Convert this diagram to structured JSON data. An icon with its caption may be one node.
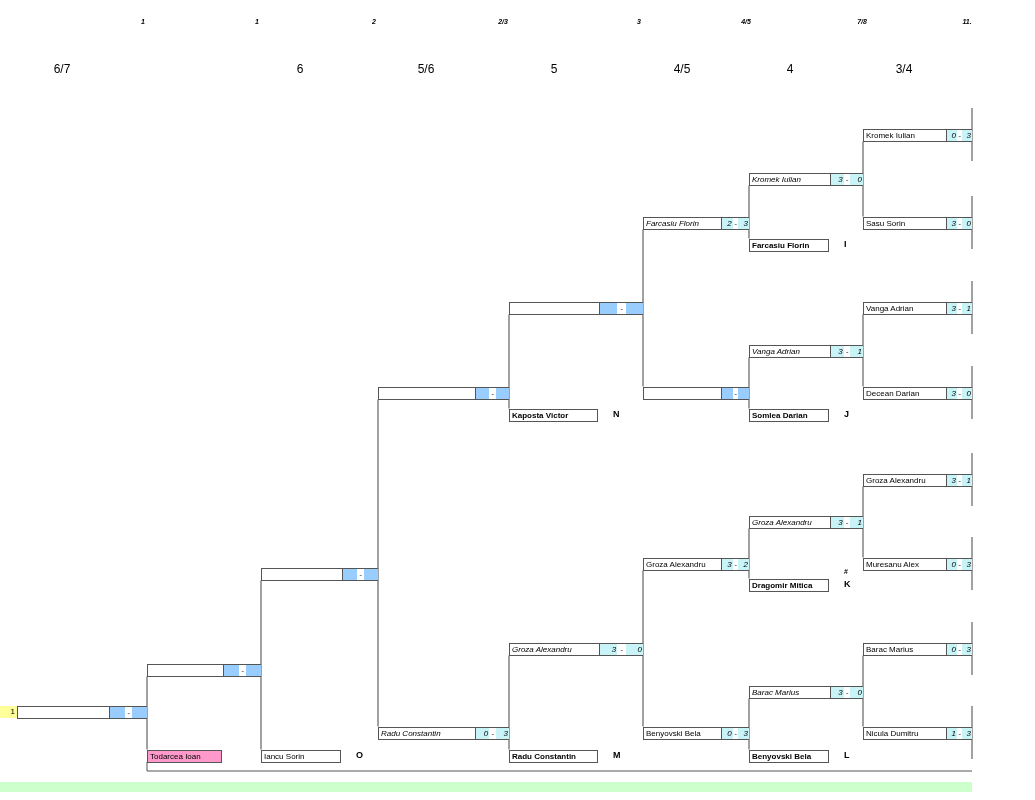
{
  "diagram": {
    "nodes": [
      {
        "text": [
          "-"
        ],
        "beside": [
          "1"
        ]
      },
      {
        "text": [
          "-"
        ]
      },
      {
        "text": [
          "Todarcea Ioan"
        ]
      },
      {
        "text": [
          "-"
        ]
      },
      {
        "text": [
          "Iancu Sorin"
        ],
        "beside": [
          "O"
        ]
      },
      {
        "text": [
          "-"
        ]
      },
      {
        "text": [
          "Radu Constantin",
          "0",
          "-",
          "3"
        ]
      },
      {
        "text": [
          "-"
        ]
      },
      {
        "text": [
          "Kaposta Victor"
        ],
        "beside": [
          "N"
        ]
      },
      {
        "text": [
          "Groza Alexandru",
          "3",
          "-",
          "0"
        ]
      },
      {
        "text": [
          "Radu Constantin"
        ],
        "beside": [
          "M"
        ]
      },
      {
        "text": [
          "Farcasiu Florin",
          "2",
          "-",
          "3"
        ]
      },
      {
        "text": [
          "-"
        ]
      },
      {
        "text": [
          "Groza Alexandru",
          "3",
          "-",
          "2"
        ]
      },
      {
        "text": [
          "Benyovski Bela",
          "0",
          "-",
          "3"
        ]
      },
      {
        "text": [
          "Kromek Iulian",
          "3",
          "-",
          "0"
        ]
      },
      {
        "text": [
          "Farcasiu Florin"
        ],
        "beside": [
          "I"
        ]
      },
      {
        "text": [
          "Vanga Adrian",
          "3",
          "-",
          "1"
        ]
      },
      {
        "text": [
          "Somlea Darian"
        ],
        "beside": [
          "J"
        ]
      },
      {
        "text": [
          "Groza Alexandru",
          "3",
          "-",
          "1"
        ]
      },
      {
        "text": [
          "Dragomir Mitica"
        ],
        "beside": [
          "#",
          "K"
        ]
      },
      {
        "text": [
          "Barac Marius",
          "3",
          "-",
          "0"
        ]
      },
      {
        "text": [
          "Benyovski Bela"
        ],
        "beside": [
          "L"
        ]
      },
      {
        "text": [
          "Kromek Iulian",
          "0",
          "-",
          "3"
        ]
      },
      {
        "text": [
          "Sasu Sorin",
          "3",
          "-",
          "0"
        ]
      },
      {
        "text": [
          "Vanga Adrian",
          "3",
          "-",
          "1"
        ]
      },
      {
        "text": [
          "Decean Darian",
          "3",
          "-",
          "0"
        ]
      },
      {
        "text": [
          "Groza Alexandru",
          "3",
          "-",
          "1"
        ]
      },
      {
        "text": [
          "Muresanu Alex",
          "0",
          "-",
          "3"
        ]
      },
      {
        "text": [
          "Barac Marius",
          "0",
          "-",
          "3"
        ]
      },
      {
        "text": [
          "Nicula Dumitru",
          "1",
          "-",
          "3"
        ]
      }
    ],
    "edges": [
      {
        "from": 23,
        "to": 15,
        "arrow": "none"
      },
      {
        "from": 24,
        "to": 15,
        "arrow": "none"
      },
      {
        "from": 25,
        "to": 17,
        "arrow": "none"
      },
      {
        "from": 26,
        "to": 17,
        "arrow": "none"
      },
      {
        "from": 27,
        "to": 19,
        "arrow": "none"
      },
      {
        "from": 28,
        "to": 19,
        "arrow": "none"
      },
      {
        "from": 29,
        "to": 21,
        "arrow": "none"
      },
      {
        "from": 30,
        "to": 21,
        "arrow": "none"
      },
      {
        "from": 15,
        "to": 11,
        "arrow": "none"
      },
      {
        "from": 16,
        "to": 11,
        "arrow": "none"
      },
      {
        "from": 17,
        "to": 12,
        "arrow": "none"
      },
      {
        "from": 18,
        "to": 12,
        "arrow": "none"
      },
      {
        "from": 19,
        "to": 13,
        "arrow": "none"
      },
      {
        "from": 20,
        "to": 13,
        "arrow": "none"
      },
      {
        "from": 21,
        "to": 14,
        "arrow": "none"
      },
      {
        "from": 22,
        "to": 14,
        "arrow": "none"
      },
      {
        "from": 11,
        "to": 7,
        "arrow": "none"
      },
      {
        "from": 12,
        "to": 7,
        "arrow": "none"
      },
      {
        "from": 13,
        "to": 9,
        "arrow": "none"
      },
      {
        "from": 14,
        "to": 9,
        "arrow": "none"
      },
      {
        "from": 7,
        "to": 5,
        "arrow": "none"
      },
      {
        "from": 8,
        "to": 5,
        "arrow": "none"
      },
      {
        "from": 9,
        "to": 6,
        "arrow": "none"
      },
      {
        "from": 10,
        "to": 6,
        "arrow": "none"
      },
      {
        "from": 5,
        "to": 3,
        "arrow": "none"
      },
      {
        "from": 6,
        "to": 3,
        "arrow": "none"
      },
      {
        "from": 3,
        "to": 1,
        "arrow": "none"
      },
      {
        "from": 4,
        "to": 1,
        "arrow": "none"
      },
      {
        "from": 1,
        "to": 0,
        "arrow": "none"
      },
      {
        "from": 2,
        "to": 0,
        "arrow": "none"
      }
    ],
    "labels": [
      "1",
      "1",
      "2",
      "2/3",
      "3",
      "4/5",
      "7/8",
      "11.",
      "6/7",
      "6",
      "5/6",
      "5",
      "4/5",
      "4",
      "3/4"
    ]
  }
}
